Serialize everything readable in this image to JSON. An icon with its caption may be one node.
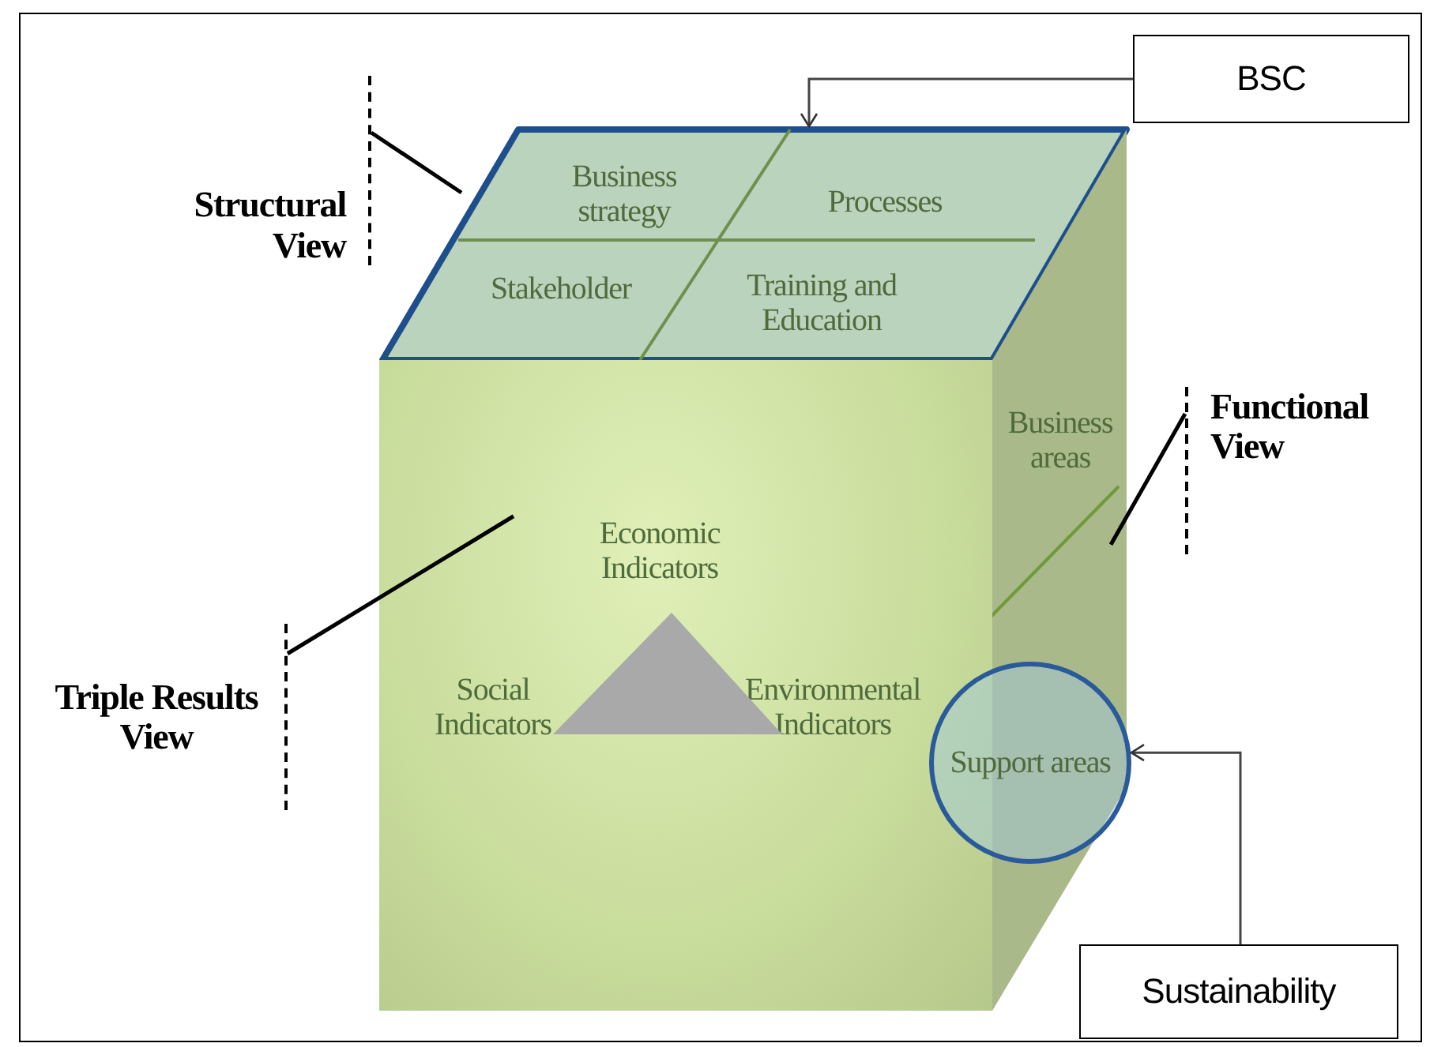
{
  "diagram": {
    "nodes": [
      {
        "text": [],
        "shape": "parallelogram"
      },
      {
        "text": [
          "Business strategy"
        ],
        "in": 0
      },
      {
        "text": [
          "Processes"
        ],
        "in": 0
      },
      {
        "text": [
          "Stakeholder"
        ],
        "in": 0
      },
      {
        "text": [
          "Training and Education"
        ],
        "in": 0
      },
      {
        "text": [],
        "shape": "box"
      },
      {
        "text": [
          "Business areas"
        ],
        "in": 5
      },
      {
        "text": [
          "Support areas"
        ]
      },
      {
        "text": [],
        "shape": "box"
      },
      {
        "text": [
          "Economic Indicators"
        ],
        "in": 8
      },
      {
        "text": [
          "Social Indicators"
        ],
        "in": 8
      },
      {
        "text": [
          "Environmental Indicators"
        ],
        "in": 8
      },
      {
        "text": [
          "BSC"
        ]
      },
      {
        "text": [
          "Structural View"
        ]
      },
      {
        "text": [
          "Functional View"
        ]
      },
      {
        "text": [
          "Triple Results View"
        ]
      },
      {
        "text": [
          "Sustainability"
        ]
      },
      {
        "text": [],
        "shape": "triangle",
        "in": 8
      }
    ],
    "edges": [
      {
        "from": 12,
        "to": 0,
        "arrow": "to"
      },
      {
        "from": 13,
        "to": 0,
        "arrow": "none"
      },
      {
        "from": 14,
        "to": 5,
        "arrow": "none"
      },
      {
        "from": 15,
        "to": 8,
        "arrow": "none"
      },
      {
        "from": 16,
        "to": 7,
        "arrow": "to"
      }
    ]
  }
}
